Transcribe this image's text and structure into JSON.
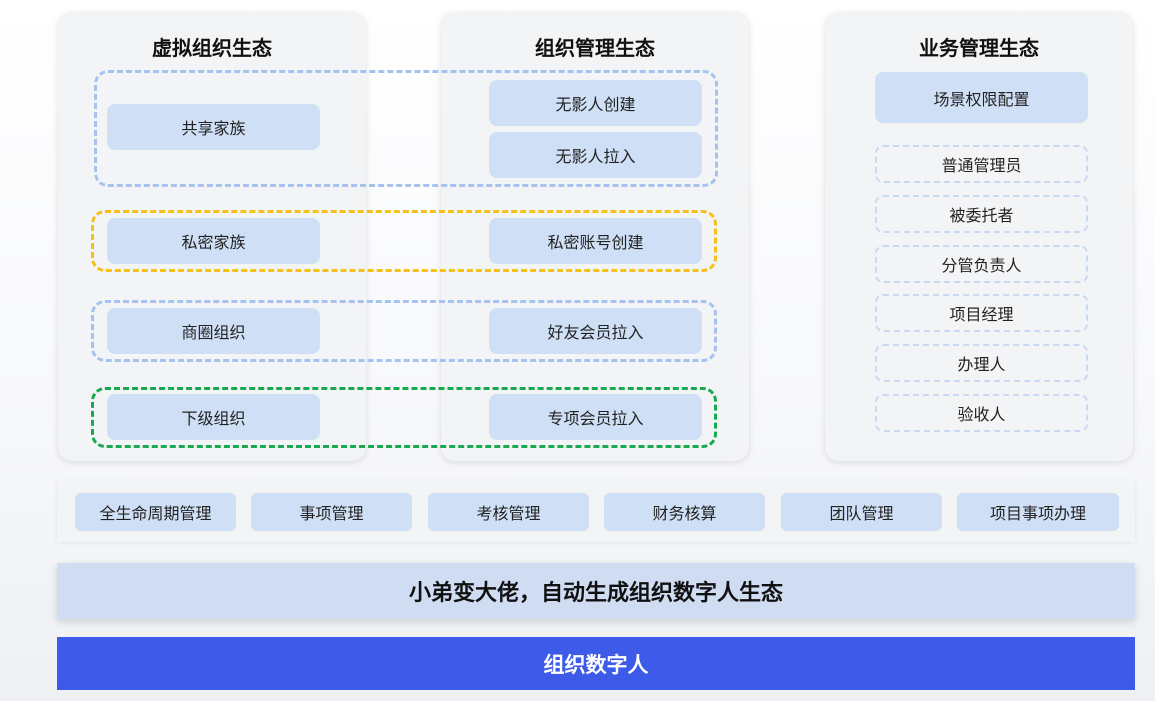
{
  "columns": {
    "virtual": {
      "title": "虚拟组织生态",
      "items": [
        "共享家族",
        "私密家族",
        "商圈组织",
        "下级组织"
      ]
    },
    "org_mgmt": {
      "title": "组织管理生态",
      "items": [
        "无影人创建",
        "无影人拉入",
        "私密账号创建",
        "好友会员拉入",
        "专项会员拉入"
      ]
    },
    "biz_mgmt": {
      "title": "业务管理生态",
      "top_item": "场景权限配置",
      "roles": [
        "普通管理员",
        "被委托者",
        "分管负责人",
        "项目经理",
        "办理人",
        "验收人"
      ]
    }
  },
  "groups": {
    "colors": {
      "blue": "#a7c2ef",
      "yellow": "#f7bf1a",
      "green": "#18a84f"
    }
  },
  "functions": [
    "全生命周期管理",
    "事项管理",
    "考核管理",
    "财务核算",
    "团队管理",
    "项目事项办理"
  ],
  "banner": "小弟变大佬，自动生成组织数字人生态",
  "base": "组织数字人",
  "colors": {
    "node_fill": "#cfe0f6",
    "panel_bg": "#f3f4f6",
    "base_bg": "#3d5be8",
    "banner_bg": "#cfdcf2"
  }
}
